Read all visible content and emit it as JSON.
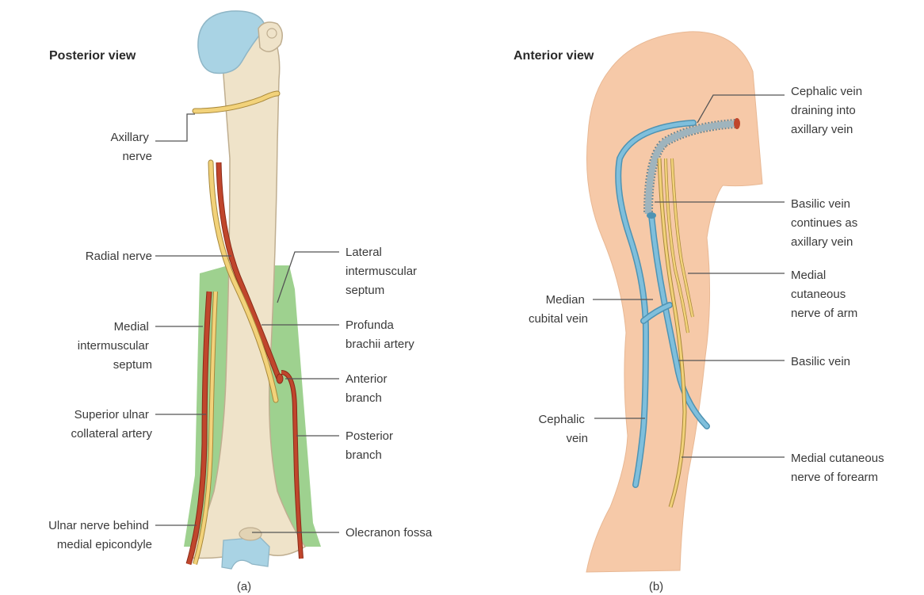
{
  "panel_a": {
    "title": "Posterior view",
    "caption": "(a)",
    "labels": {
      "axillary": [
        "Axillary",
        "nerve"
      ],
      "radial": [
        "Radial nerve"
      ],
      "medial_septum": [
        "Medial",
        "intermuscular",
        "septum"
      ],
      "superior_ulnar": [
        "Superior ulnar",
        "collateral artery"
      ],
      "ulnar_nerve": [
        "Ulnar nerve behind",
        "medial epicondyle"
      ],
      "lateral_septum": [
        "Lateral",
        "intermuscular",
        "septum"
      ],
      "profunda": [
        "Profunda",
        "brachii artery"
      ],
      "anterior_branch": [
        "Anterior",
        "branch"
      ],
      "posterior_branch": [
        "Posterior",
        "branch"
      ],
      "olecranon": [
        "Olecranon fossa"
      ]
    }
  },
  "panel_b": {
    "title": "Anterior view",
    "caption": "(b)",
    "labels": {
      "cephalic_axillary": [
        "Cephalic vein",
        "draining into",
        "axillary vein"
      ],
      "basilic_continues": [
        "Basilic vein",
        "continues as",
        "axillary vein"
      ],
      "medial_cut_arm": [
        "Medial",
        "cutaneous",
        "nerve of arm"
      ],
      "median_cubital": [
        "Median",
        "cubital vein"
      ],
      "basilic": [
        "Basilic vein"
      ],
      "cephalic": [
        "Cephalic",
        "vein"
      ],
      "medial_cut_forearm": [
        "Medial cutaneous",
        "nerve of forearm"
      ]
    }
  },
  "colors": {
    "bone": "#efe3c9",
    "bone_stroke": "#bfae90",
    "cartilage": "#a9d3e4",
    "septum": "#7cbf6a",
    "nerve": "#f2d27a",
    "artery": "#c0462c",
    "skin": "#f6c9a8",
    "vein": "#7fbfdc"
  }
}
